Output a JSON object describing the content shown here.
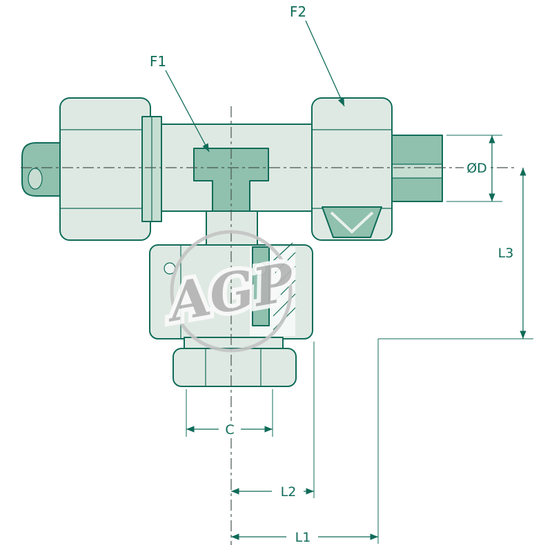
{
  "diagram": {
    "type": "technical-drawing",
    "subject": "adjustable T hydraulic fitting",
    "watermark": "AGP",
    "labels": {
      "f1": "F1",
      "f2": "F2",
      "diameter": "ØD",
      "l3": "L3",
      "c": "C",
      "l2": "L2",
      "l1": "L1"
    },
    "colors": {
      "line": "#0f6b58",
      "fill_light": "#dfe9e3",
      "fill_medium": "#c6ded2",
      "fill_dark": "#90c0ae",
      "centerline": "#44544c",
      "watermark_gray": "#b3b3b3",
      "background": "#ffffff"
    }
  }
}
